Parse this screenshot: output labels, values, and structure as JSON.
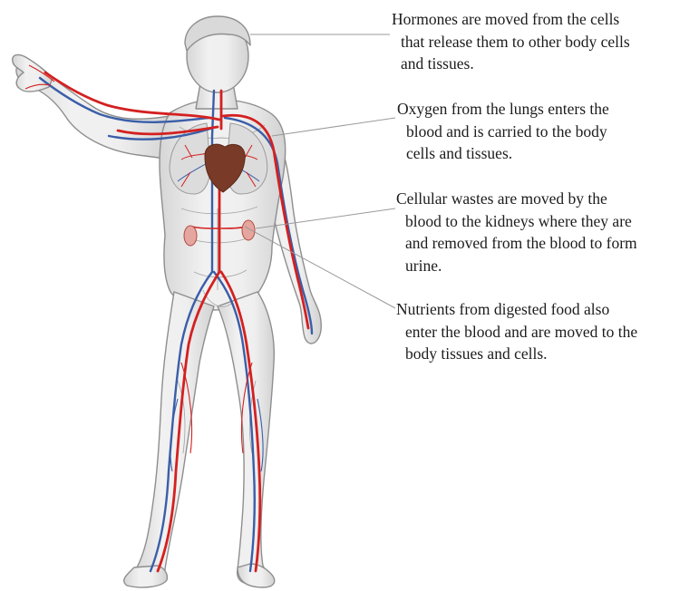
{
  "callouts": [
    {
      "id": "hormones",
      "lines": [
        "Hormones are moved from the cells",
        "that release them to other body cells",
        "and tissues."
      ]
    },
    {
      "id": "oxygen",
      "lines": [
        "Oxygen from the lungs enters the",
        "blood and is carried to the body",
        "cells and tissues."
      ]
    },
    {
      "id": "wastes",
      "lines": [
        "Cellular wastes are moved by the",
        "blood to the kidneys where they are",
        "and removed from the blood to form",
        "urine."
      ]
    },
    {
      "id": "nutrients",
      "lines": [
        "Nutrients from digested food also",
        "enter the blood and are moved to the",
        "body tissues and cells."
      ]
    }
  ],
  "colors": {
    "artery": "#d42020",
    "vein": "#3a5ea8",
    "heart": "#7a3a28",
    "skin": "#ececec",
    "outline": "#8e8e8e",
    "leader_line": "#9a9a9a"
  }
}
